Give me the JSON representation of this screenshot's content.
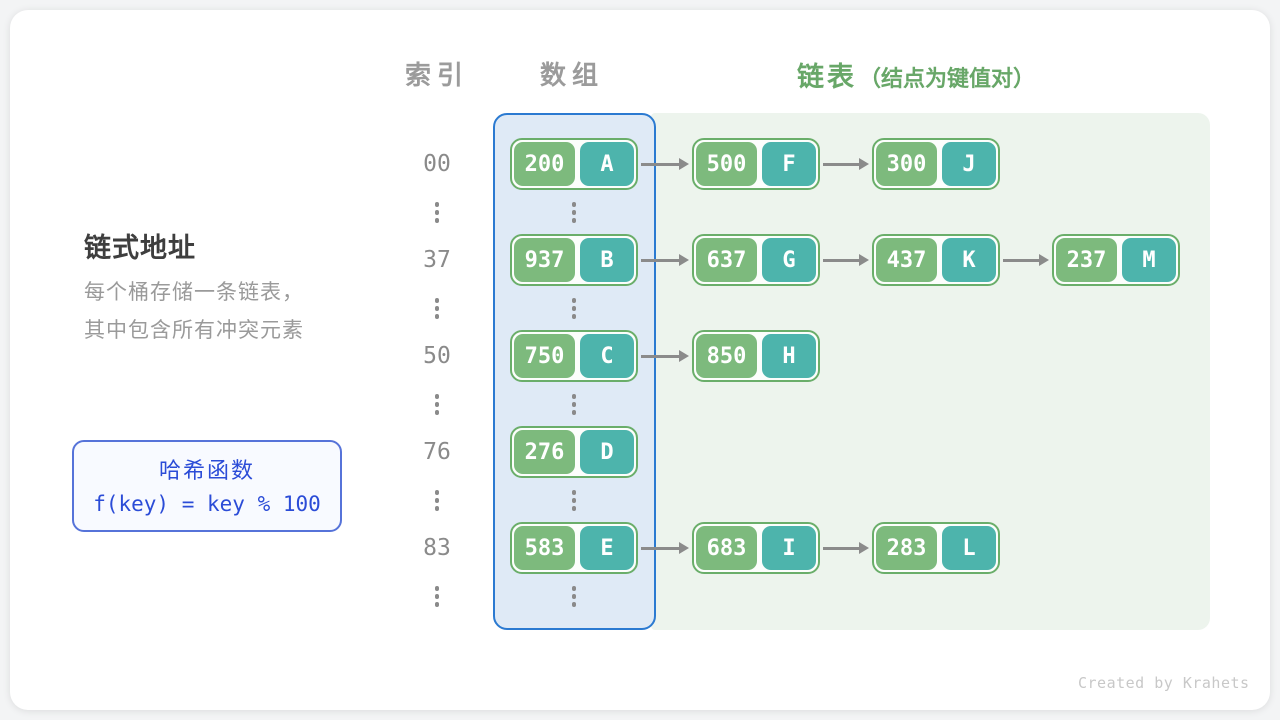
{
  "headers": {
    "index": "索引",
    "array": "数组",
    "list": "链表",
    "list_note": "（结点为键值对）"
  },
  "sidebar": {
    "title": "链式地址",
    "description": [
      "每个桶存储一条链表，",
      "其中包含所有冲突元素"
    ]
  },
  "hash_box": {
    "title": "哈希函数",
    "formula": "f(key) = key % 100"
  },
  "rows": [
    {
      "index": "00",
      "bucket": {
        "key": "200",
        "value": "A"
      },
      "chain": [
        {
          "key": "500",
          "value": "F"
        },
        {
          "key": "300",
          "value": "J"
        }
      ]
    },
    {
      "index": "37",
      "bucket": {
        "key": "937",
        "value": "B"
      },
      "chain": [
        {
          "key": "637",
          "value": "G"
        },
        {
          "key": "437",
          "value": "K"
        },
        {
          "key": "237",
          "value": "M"
        }
      ]
    },
    {
      "index": "50",
      "bucket": {
        "key": "750",
        "value": "C"
      },
      "chain": [
        {
          "key": "850",
          "value": "H"
        }
      ]
    },
    {
      "index": "76",
      "bucket": {
        "key": "276",
        "value": "D"
      },
      "chain": []
    },
    {
      "index": "83",
      "bucket": {
        "key": "583",
        "value": "E"
      },
      "chain": [
        {
          "key": "683",
          "value": "I"
        },
        {
          "key": "283",
          "value": "L"
        }
      ]
    }
  ],
  "credit": "Created by Krahets",
  "colors": {
    "key_block": "#7dba7d",
    "value_block": "#4db4ac",
    "node_border": "#6aae6a",
    "array_panel_bg": "#dfeaf6",
    "array_panel_border": "#2b7ad1",
    "list_panel_bg": "#edf4ed",
    "arrow": "#8b8b8b",
    "header_gray": "#9b9b9b",
    "header_green": "#68a768",
    "hash_blue": "#2b4cd7",
    "hash_border": "#5673d9"
  }
}
